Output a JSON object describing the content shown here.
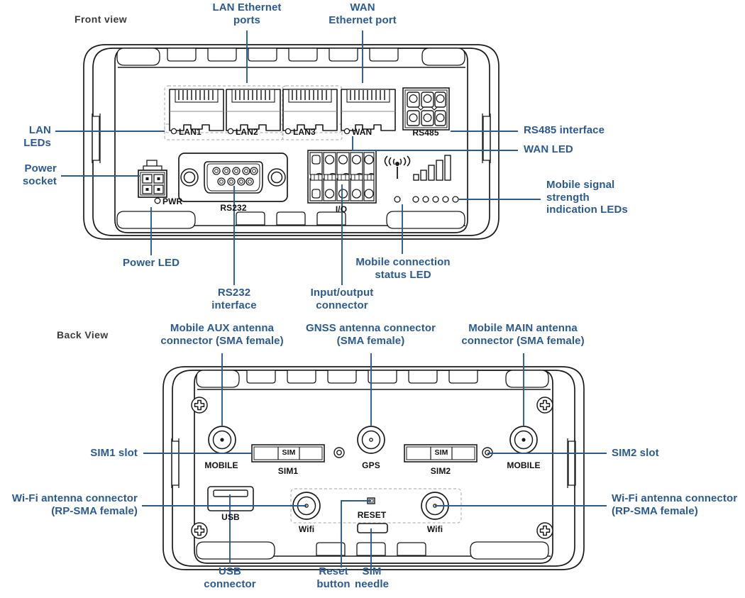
{
  "views": {
    "front": {
      "title": "Front view"
    },
    "back": {
      "title": "Back View"
    }
  },
  "colors": {
    "callout_blue": "#2b5a8e",
    "leader_blue": "#2b5a8e",
    "outline": "#1a1a1a",
    "title_gray": "#3b3b3b",
    "dashed_gray": "#b5b5b5"
  },
  "front": {
    "callouts": {
      "lan_ethernet_ports": "LAN Ethernet\nports",
      "wan_ethernet_port": "WAN\nEthernet port",
      "lan_leds": "LAN LEDs",
      "rs485_interface": "RS485 interface",
      "wan_led": "WAN LED",
      "power_socket": "Power\nsocket",
      "mobile_signal_strength": "Mobile signal\nstrength\nindication LEDs",
      "power_led": "Power LED",
      "mobile_connection_status_led": "Mobile connection\nstatus LED",
      "rs232_interface": "RS232\ninterface",
      "input_output_connector": "Input/output\nconnector"
    },
    "device_labels": {
      "lan1": "LAN1",
      "lan2": "LAN2",
      "lan3": "LAN3",
      "wan": "WAN",
      "rs485": "RS485",
      "pwr": "PWR",
      "rs232": "RS232",
      "io": "I/O"
    }
  },
  "back": {
    "callouts": {
      "mobile_aux_antenna": "Mobile AUX antenna\nconnector (SMA female)",
      "gnss_antenna": "GNSS antenna connector\n(SMA female)",
      "mobile_main_antenna": "Mobile MAIN antenna\nconnector (SMA female)",
      "sim1_slot": "SIM1 slot",
      "sim2_slot": "SIM2 slot",
      "wifi_antenna_left": "Wi-Fi antenna connector\n(RP-SMA female)",
      "wifi_antenna_right": "Wi-Fi antenna connector\n(RP-SMA female)",
      "usb_connector": "USB\nconnector",
      "reset_button": "Reset\nbutton",
      "sim_needle": "SIM\nneedle"
    },
    "device_labels": {
      "mobile_left": "MOBILE",
      "mobile_right": "MOBILE",
      "sim1": "SIM1",
      "sim2": "SIM2",
      "sim_card_left": "SIM",
      "sim_card_right": "SIM",
      "gps": "GPS",
      "usb": "USB",
      "wifi_left": "Wifi",
      "wifi_right": "Wifi",
      "reset": "RESET"
    }
  }
}
